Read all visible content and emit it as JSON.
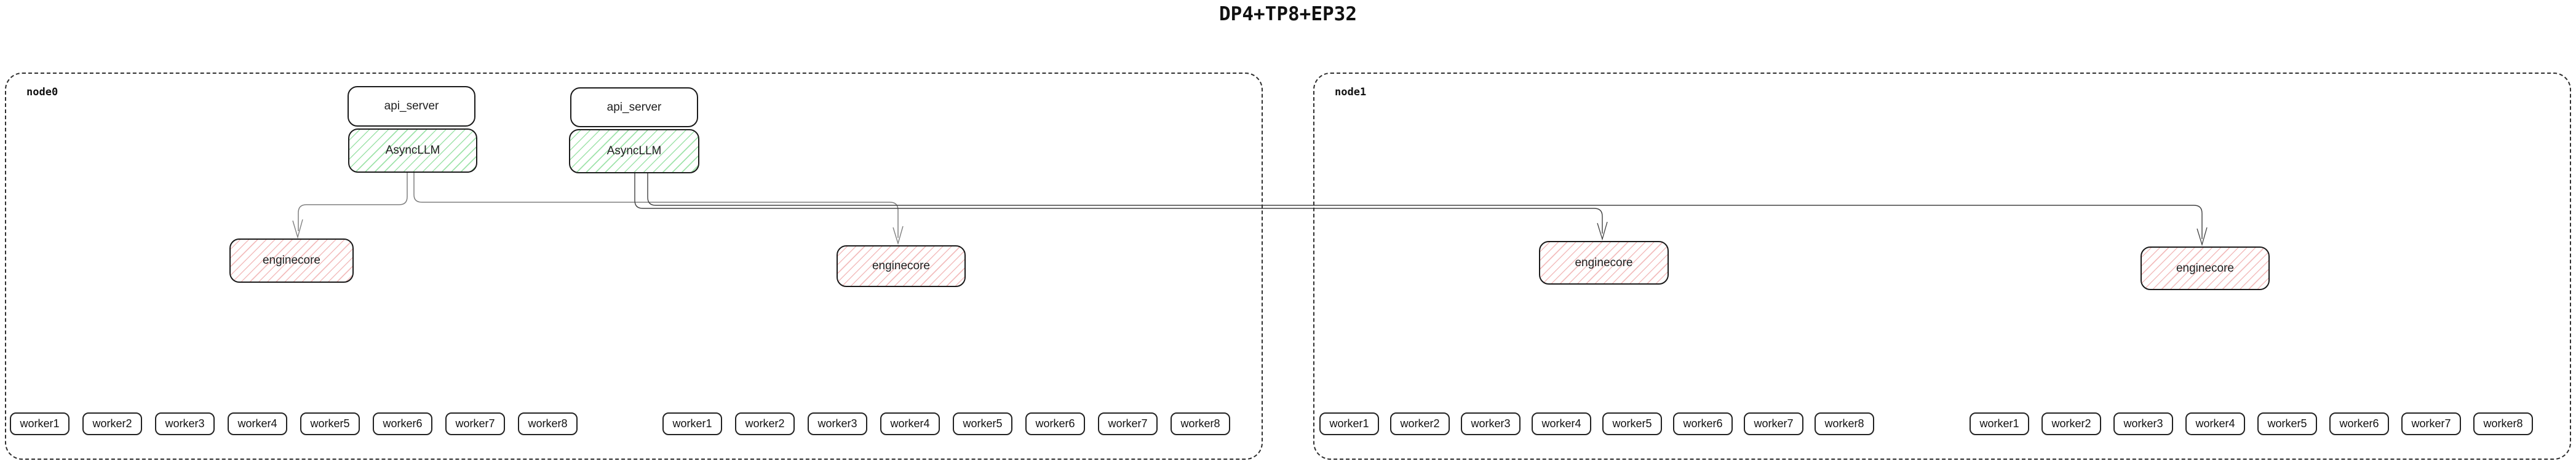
{
  "title": "DP4+TP8+EP32",
  "colors": {
    "green_hatch": "#9fe3aa",
    "pink_hatch": "#f3bdbd",
    "edge_gray": "#7f7f7f",
    "edge_dark": "#404040",
    "box_border": "#1a1a1a",
    "text": "#1f1f1f"
  },
  "nodes": [
    {
      "label": "node0",
      "api_stacks": [
        {
          "api_server": "api_server",
          "asyncllm": "AsyncLLM"
        },
        {
          "api_server": "api_server",
          "asyncllm": "AsyncLLM"
        }
      ],
      "enginecores": [
        "enginecore",
        "enginecore"
      ],
      "worker_groups": [
        [
          "worker1",
          "worker2",
          "worker3",
          "worker4",
          "worker5",
          "worker6",
          "worker7",
          "worker8"
        ],
        [
          "worker1",
          "worker2",
          "worker3",
          "worker4",
          "worker5",
          "worker6",
          "worker7",
          "worker8"
        ]
      ]
    },
    {
      "label": "node1",
      "enginecores": [
        "enginecore",
        "enginecore"
      ],
      "worker_groups": [
        [
          "worker1",
          "worker2",
          "worker3",
          "worker4",
          "worker5",
          "worker6",
          "worker7",
          "worker8"
        ],
        [
          "worker1",
          "worker2",
          "worker3",
          "worker4",
          "worker5",
          "worker6",
          "worker7",
          "worker8"
        ]
      ]
    }
  ]
}
